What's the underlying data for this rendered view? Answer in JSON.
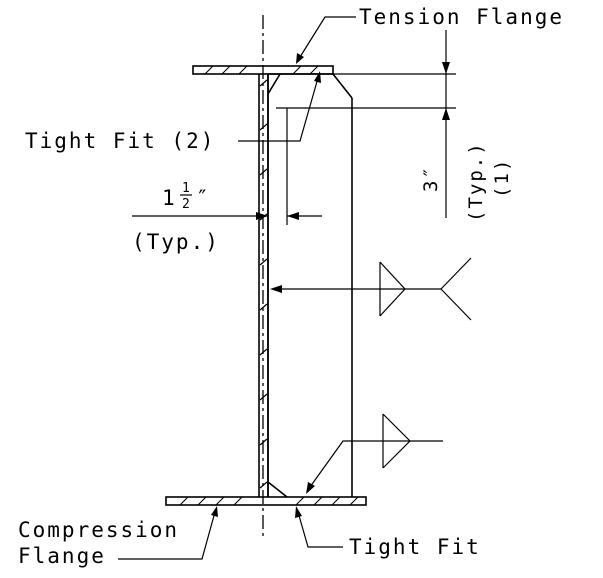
{
  "labels": {
    "tension_flange": "Tension Flange",
    "tight_fit_2": "Tight Fit (2)",
    "dim_whole": "1",
    "dim_frac_num": "1",
    "dim_frac_den": "2",
    "dim_inch": "″",
    "dim_typ": "(Typ.)",
    "dim3_value": "3″",
    "dim3_typ": "(Typ.)",
    "dim3_note": "(1)",
    "compression_line1": "Compression",
    "compression_line2": "Flange",
    "tight_fit": "Tight Fit"
  }
}
